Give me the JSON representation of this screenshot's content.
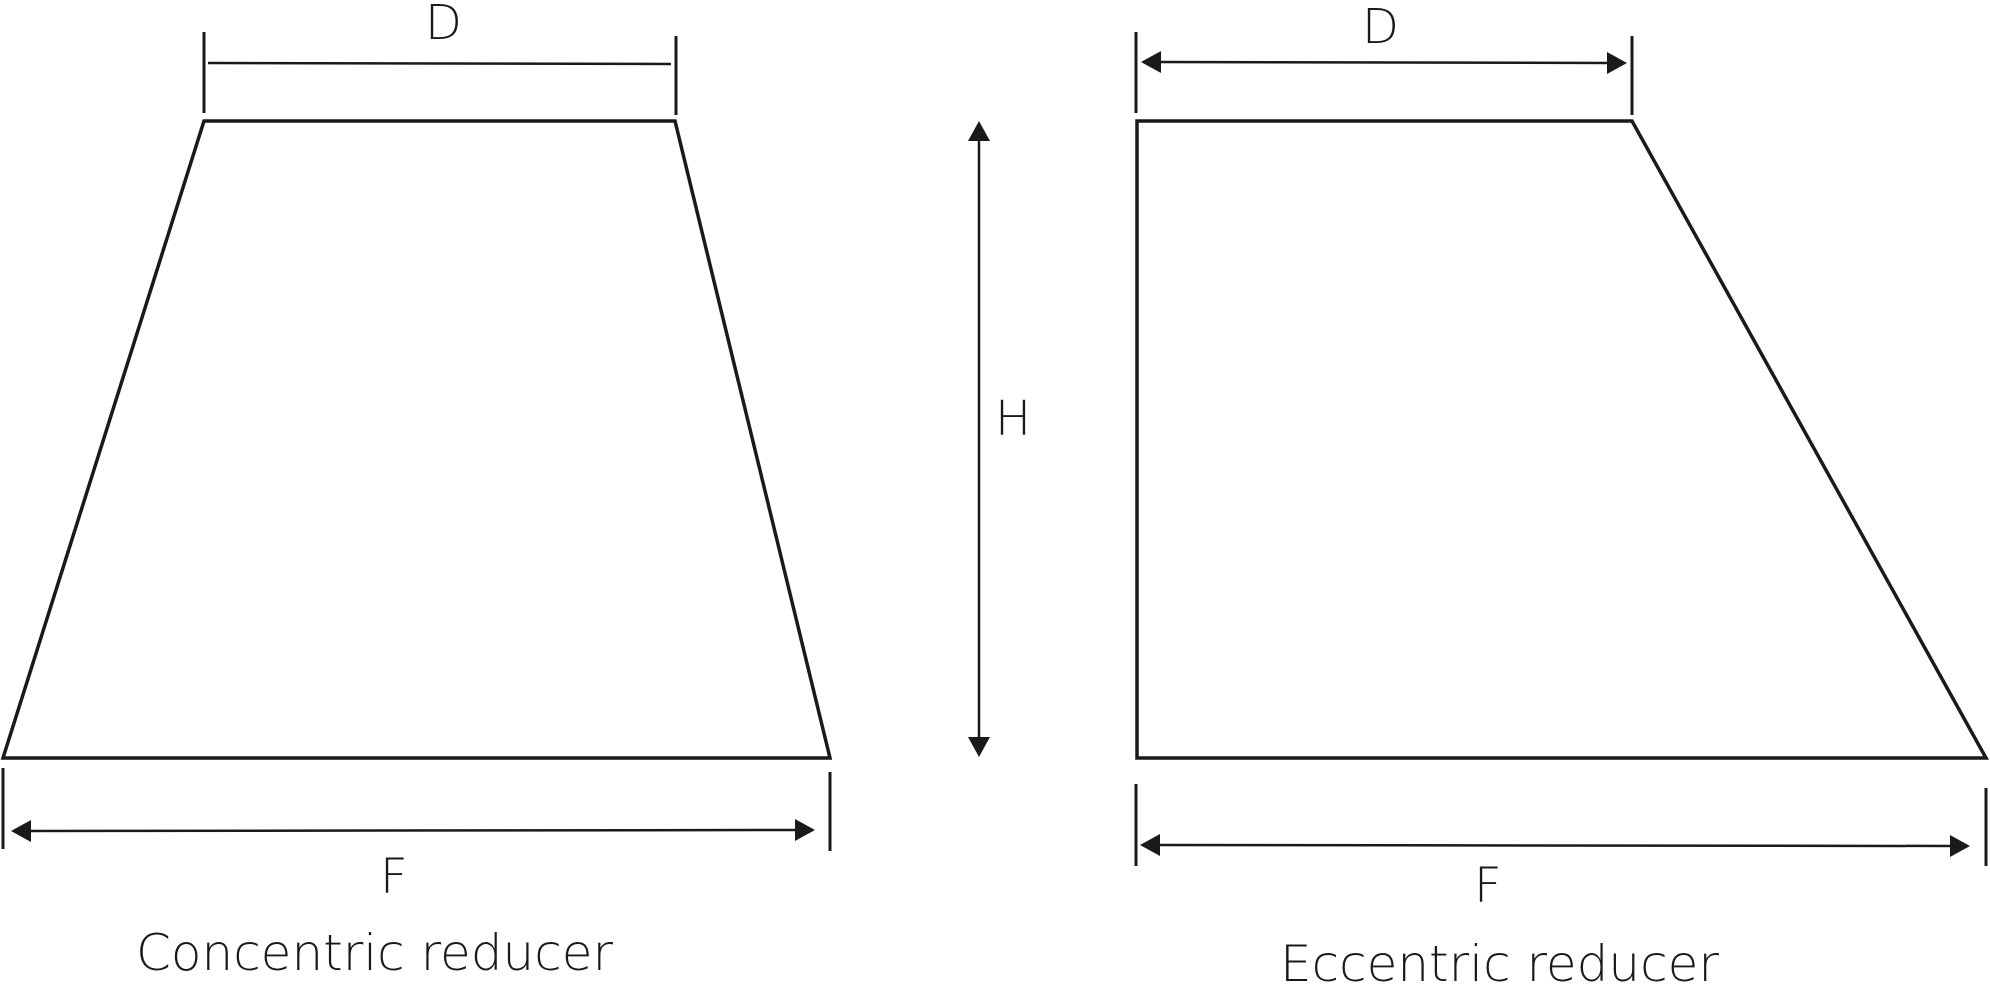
{
  "concentric": {
    "top_dimension_label": "D",
    "bottom_dimension_label": "F",
    "caption": "Concentric reducer"
  },
  "height_dimension_label": "H",
  "eccentric": {
    "top_dimension_label": "D",
    "bottom_dimension_label": "F",
    "caption": "Eccentric reducer"
  }
}
